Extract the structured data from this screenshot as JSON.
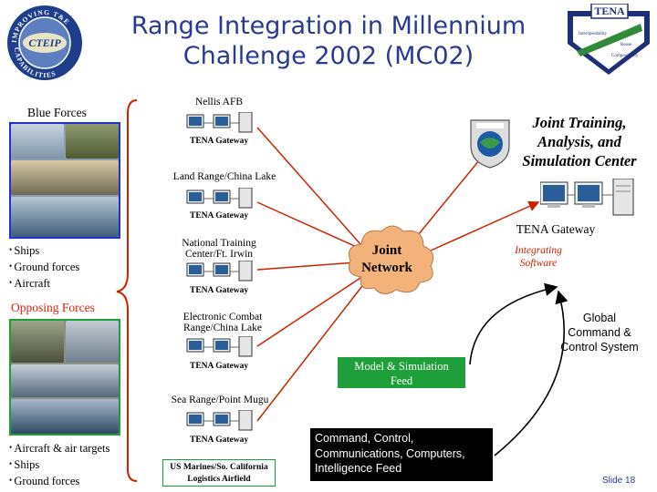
{
  "title": {
    "line1": "Range Integration in Millennium",
    "line2": "Challenge 2002 (MC02)"
  },
  "left_logo": {
    "arc_top": "IMPROVING T&E",
    "arc_bottom": "CAPABILITIES",
    "badge": "CTEIP"
  },
  "right_logo": {
    "banner": "TENA",
    "words": [
      "Interoperability",
      "Reuse",
      "Composability"
    ]
  },
  "blue_forces": {
    "label": "Blue Forces",
    "bullets": [
      "Ships",
      "Ground forces",
      "Aircraft"
    ]
  },
  "opposing_forces": {
    "label": "Opposing Forces",
    "bullets": [
      "Aircraft & air targets",
      "Ships",
      "Ground forces"
    ]
  },
  "sites": {
    "nellis": "Nellis AFB",
    "china_lake": "Land Range/China Lake",
    "ntc": {
      "line1": "National Training",
      "line2": "Center/Ft. Irwin"
    },
    "ecr": {
      "line1": "Electronic Combat",
      "line2": "Range/China Lake"
    },
    "sea_range": "Sea Range/Point Mugu",
    "usmc": {
      "line1": "US Marines/So. California",
      "line2": "Logistics Airfield"
    }
  },
  "gateway_label": "TENA Gateway",
  "network": {
    "line1": "Joint",
    "line2": "Network"
  },
  "joint_center": {
    "line1": "Joint Training,",
    "line2": "Analysis, and",
    "line3": "Simulation Center"
  },
  "center_gateway": "TENA Gateway",
  "integrating": {
    "line1": "Integrating",
    "line2": "Software"
  },
  "global_system": {
    "line1": "Global",
    "line2": "Command &",
    "line3": "Control System"
  },
  "model_sim": {
    "line1": "Model & Simulation",
    "line2": "Feed"
  },
  "c4i": {
    "line1": "Command, Control,",
    "line2": "Communications, Computers,",
    "line3": "Intelligence Feed"
  },
  "slide_number": "Slide 18",
  "colors": {
    "title": "#2a3b8f",
    "blue_box": "#2233cc",
    "red": "#cc2200",
    "green_box": "#1f9f3a",
    "network_cloud": "#f2b27a"
  }
}
